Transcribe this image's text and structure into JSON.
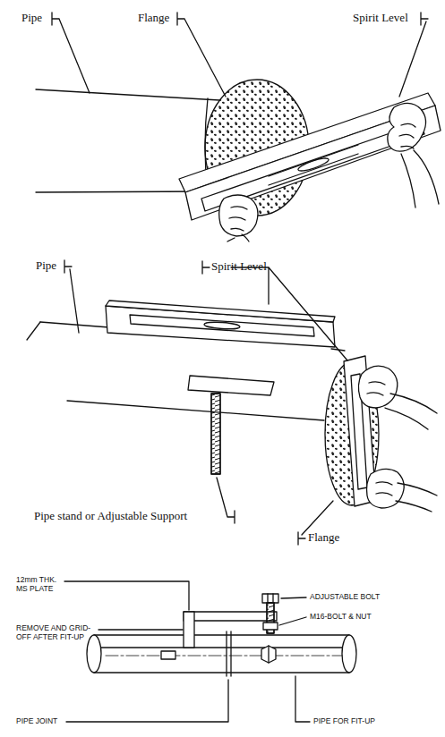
{
  "diagram": {
    "labels": [
      "Pipe",
      "Flange",
      "Spirit Level",
      "Pipe",
      "Spirit Level",
      "Pipe stand or Adjustable Support",
      "Flange",
      "12mm THK. MS PLATE",
      "ADJUSTABLE BOLT",
      "REMOVE AND GRID-OFF AFTER FIT-UP",
      "M16-BOLT & NUT",
      "PIPE JOINT",
      "PIPE FOR FIT-UP"
    ]
  }
}
